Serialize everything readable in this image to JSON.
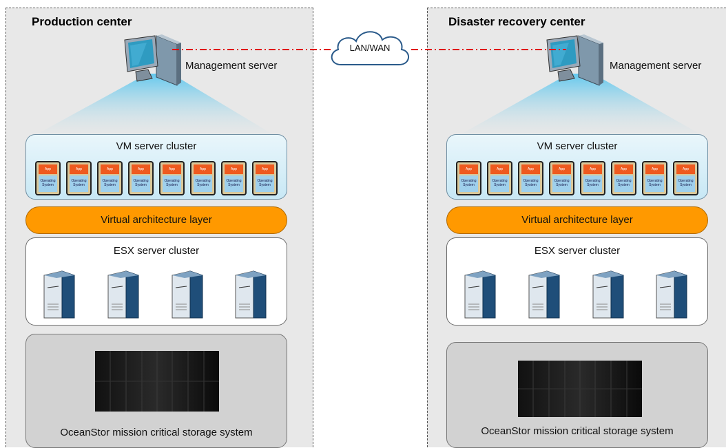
{
  "network": {
    "label": "LAN/WAN"
  },
  "sites": [
    {
      "title": "Production center",
      "management_label": "Management server",
      "vm_cluster_title": "VM server cluster",
      "vm_app_label": "App",
      "vm_os_label": "Operating System",
      "virtual_layer_label": "Virtual architecture layer",
      "esx_cluster_title": "ESX server cluster",
      "storage_label": "OceanStor mission critical storage system"
    },
    {
      "title": "Disaster recovery center",
      "management_label": "Management server",
      "vm_cluster_title": "VM server cluster",
      "vm_app_label": "App",
      "vm_os_label": "Operating System",
      "virtual_layer_label": "Virtual architecture layer",
      "esx_cluster_title": "ESX server cluster",
      "storage_label": "OceanStor mission critical storage system"
    }
  ],
  "colors": {
    "site_background": "#e8e8e8",
    "vm_cluster_fill": "#c8e8f5",
    "virtual_layer_fill": "#ff9900",
    "app_fill": "#ee5a1f",
    "os_fill": "#9fd0ec",
    "server_fill": "#1f4e79",
    "storage_fill": "#d2d2d2",
    "link_color": "#e00000"
  },
  "icons": {
    "management": "desktop-computer-icon",
    "server": "tower-server-icon",
    "storage": "storage-rack-icon",
    "network": "cloud-icon"
  }
}
